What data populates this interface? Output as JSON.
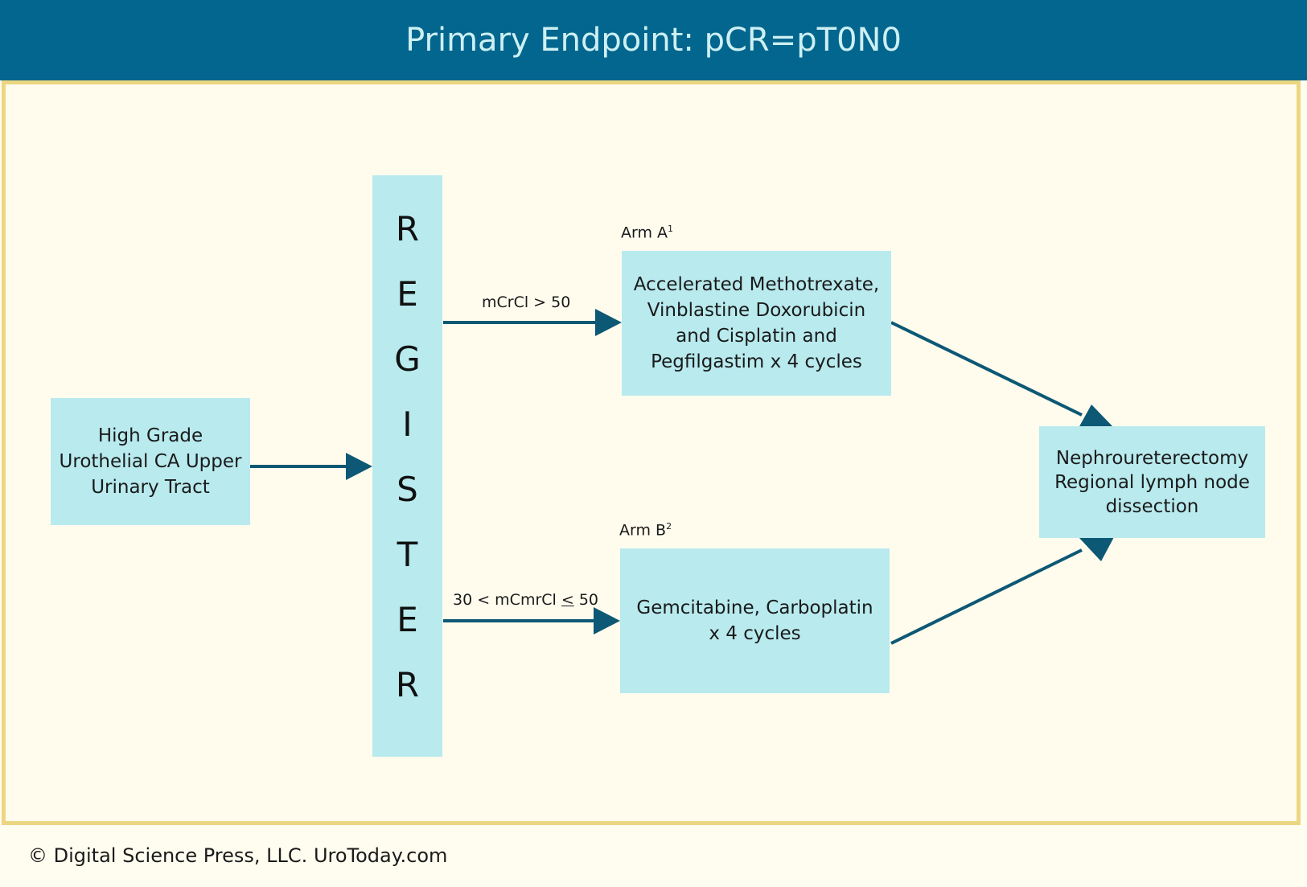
{
  "header": {
    "title": "Primary Endpoint: pCR=pT0N0"
  },
  "boxes": {
    "input": "High Grade\nUrothelial CA Upper\nUrinary Tract",
    "arm_a": "Accelerated Methotrexate,\nVinblastine Doxorubicin\nand Cisplatin and\nPegfilgastim x 4 cycles",
    "arm_b": "Gemcitabine, Carboplatin\nx 4 cycles",
    "outcome": "Nephroureterectomy\nRegional lymph node\ndissection"
  },
  "register": [
    "R",
    "E",
    "G",
    "I",
    "S",
    "T",
    "E",
    "R"
  ],
  "labels": {
    "arm_a": "Arm A",
    "arm_a_sup": "1",
    "arm_b": "Arm B",
    "arm_b_sup": "2",
    "cond_a": "mCrCl > 50",
    "cond_b_prefix": "30 < mCmrCl ",
    "cond_b_op": "<",
    "cond_b_suffix": " 50"
  },
  "footer": "© Digital Science Press, LLC. UroToday.com",
  "colors": {
    "header_bg": "#03668e",
    "header_text": "#cdf0f3",
    "box_fill": "#b8eaee",
    "frame_border": "#ecd681",
    "background": "#fffcee",
    "arrow": "#0d5874"
  }
}
